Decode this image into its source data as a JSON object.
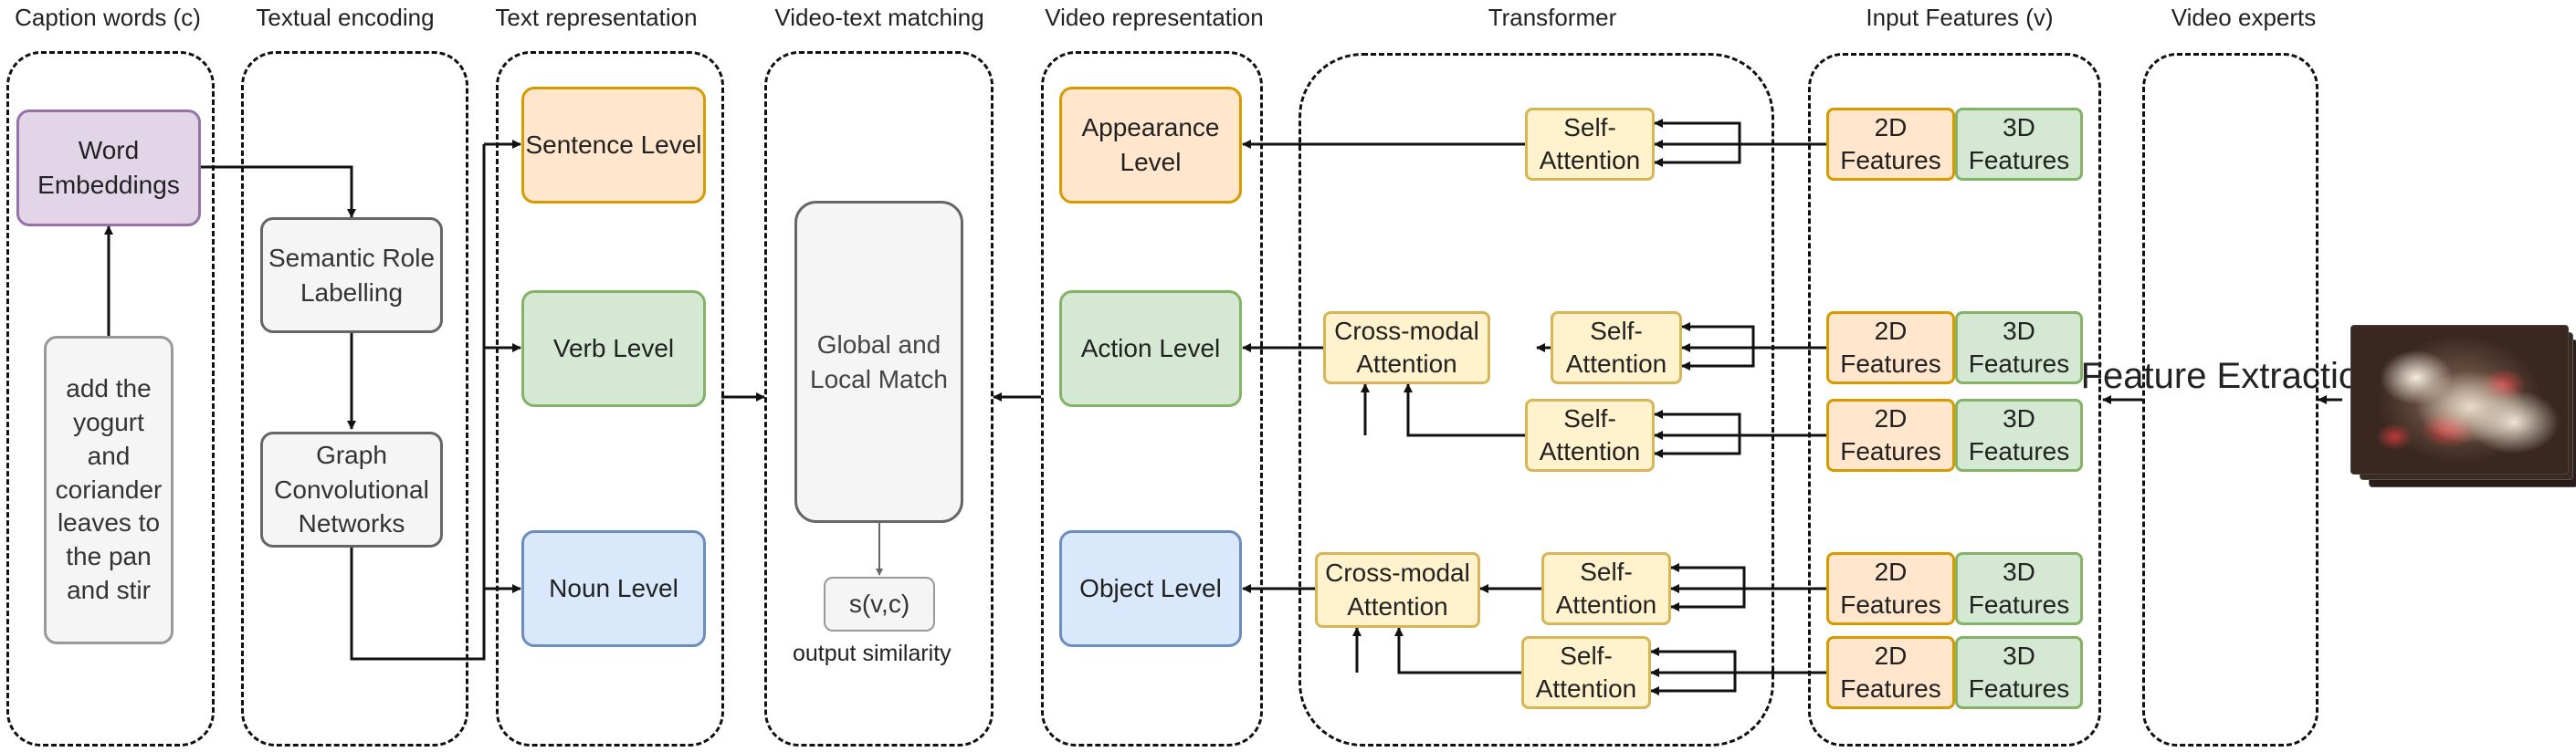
{
  "headers": {
    "caption_words": "Caption words (c)",
    "textual_encoding": "Textual encoding",
    "text_representation": "Text representation",
    "video_text_matching": "Video-text matching",
    "video_representation": "Video representation",
    "transformer": "Transformer",
    "input_features": "Input Features (v)",
    "video_experts": "Video experts"
  },
  "caption": {
    "word_embeddings": "Word Embeddings",
    "caption_text": "add the yogurt and coriander leaves to the pan and stir"
  },
  "textual_encoding": {
    "srl": "Semantic Role Labelling",
    "gcn": "Graph Convolutional Networks"
  },
  "text_levels": {
    "sentence": "Sentence Level",
    "verb": "Verb Level",
    "noun": "Noun Level"
  },
  "matching": {
    "match": "Global and Local Match",
    "similarity": "s(v,c)",
    "similarity_caption": "output similarity"
  },
  "video_levels": {
    "appearance": "Appearance Level",
    "action": "Action Level",
    "object": "Object Level"
  },
  "transformer": {
    "self_attention": "Self-Attention",
    "cross_modal": "Cross-modal Attention"
  },
  "features": {
    "f2d": "2D Features",
    "f3d": "3D Features"
  },
  "experts": {
    "extraction": "Feature Extraction"
  },
  "colors": {
    "purple": "#e1d5e7",
    "orange": "#ffe6cc",
    "green": "#d5e8d4",
    "blue": "#dae8fc",
    "yellow": "#fff2cc",
    "gray": "#f5f5f5"
  }
}
